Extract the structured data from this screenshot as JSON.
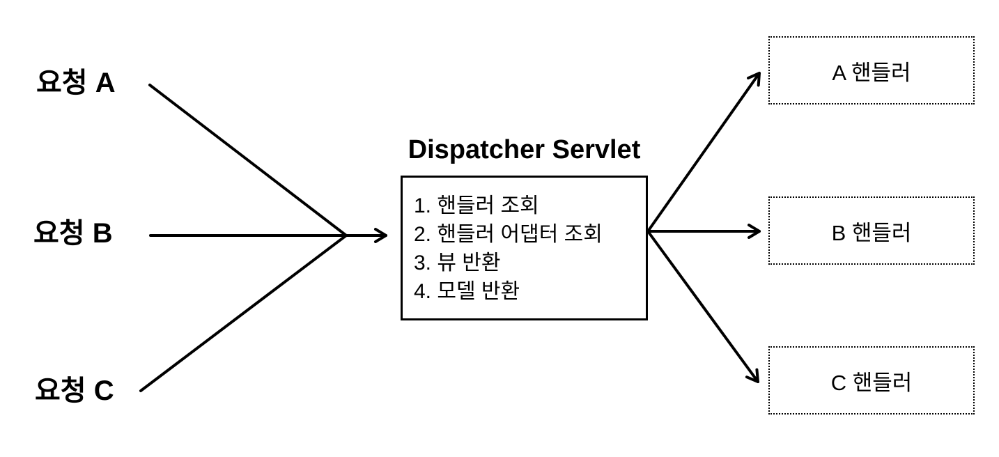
{
  "diagram": {
    "background_color": "#ffffff",
    "line_color": "#000000",
    "requests": [
      {
        "id": "A",
        "label": "요청 A"
      },
      {
        "id": "B",
        "label": "요청 B"
      },
      {
        "id": "C",
        "label": "요청 C"
      }
    ],
    "dispatcher": {
      "title": "Dispatcher Servlet",
      "steps": [
        "1. 핸들러 조회",
        "2. 핸들러 어댑터 조회",
        "3. 뷰 반환",
        "4. 모델 반환"
      ]
    },
    "handlers": [
      {
        "id": "A",
        "label": "A 핸들러"
      },
      {
        "id": "B",
        "label": "B 핸들러"
      },
      {
        "id": "C",
        "label": "C 핸들러"
      }
    ]
  }
}
